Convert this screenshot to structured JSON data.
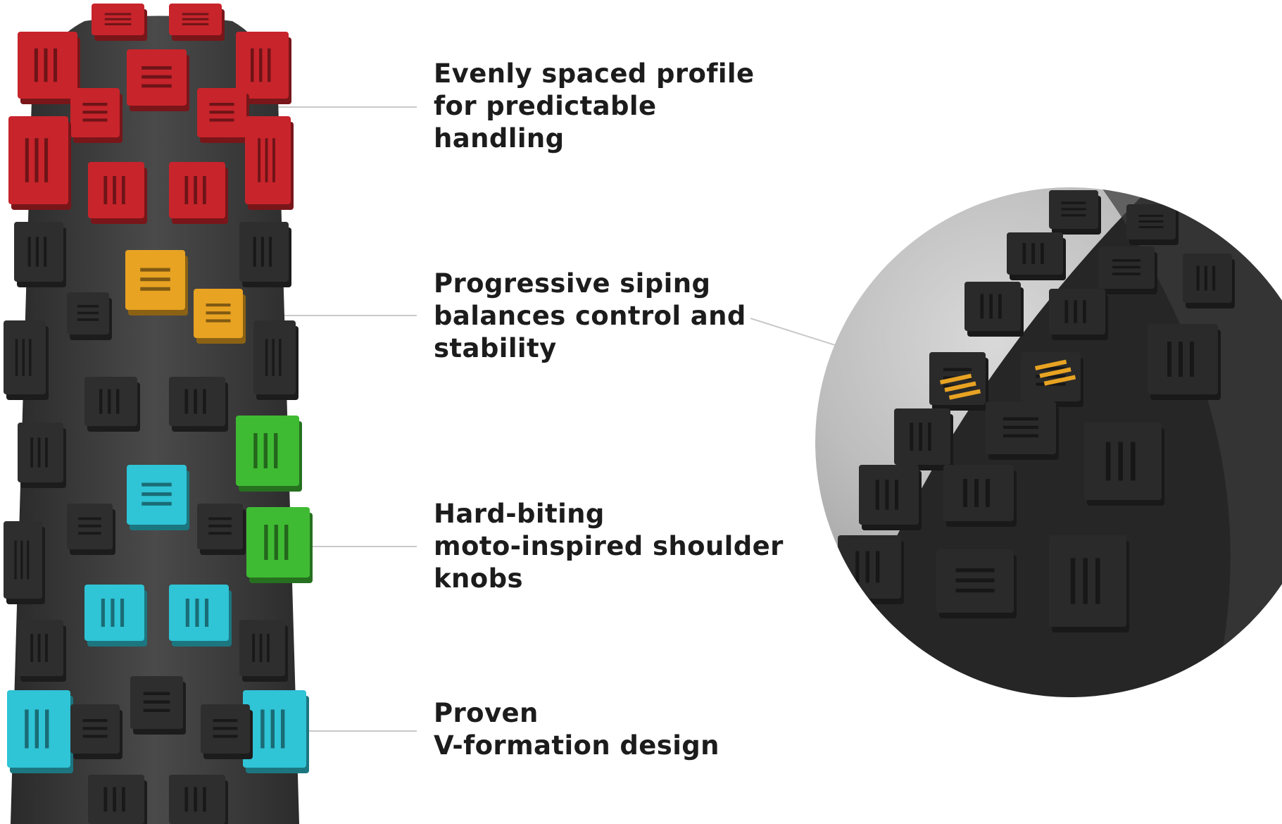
{
  "callouts": [
    {
      "lines": [
        "Evenly spaced profile",
        "for predictable",
        "handling"
      ],
      "color": "#c8242b"
    },
    {
      "lines": [
        "Progressive siping",
        "balances control and",
        "stability"
      ],
      "color": "#e8a322"
    },
    {
      "lines": [
        "Hard-biting",
        "moto-inspired shoulder",
        "knobs"
      ],
      "color": "#3fbb33"
    },
    {
      "lines": [
        "Proven",
        "V-formation design"
      ],
      "color": "#2fc4d6"
    }
  ],
  "colors": {
    "tire_body": "#3d3d3d",
    "neutral_knob": "#2e2e2e",
    "leader_line": "#c9c9c9",
    "text": "#1c1c1c"
  }
}
